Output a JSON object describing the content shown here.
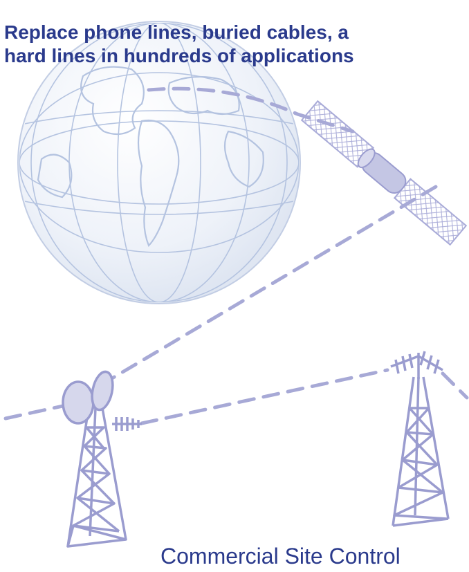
{
  "headline": {
    "line1": "Replace phone lines, buried cables, a",
    "line2": "hard lines in hundreds of applications"
  },
  "caption": "Commercial Site Control",
  "colors": {
    "text": "#2a3a8c",
    "link_dash": "#a7a9d6",
    "tower": "#9a9ccf",
    "globe_fill": "#e9eef7",
    "globe_lines": "#b4c3e0",
    "satellite": "#a9abd8"
  },
  "icons": [
    "globe-icon",
    "satellite-icon",
    "dish-tower-icon",
    "yagi-tower-icon"
  ]
}
